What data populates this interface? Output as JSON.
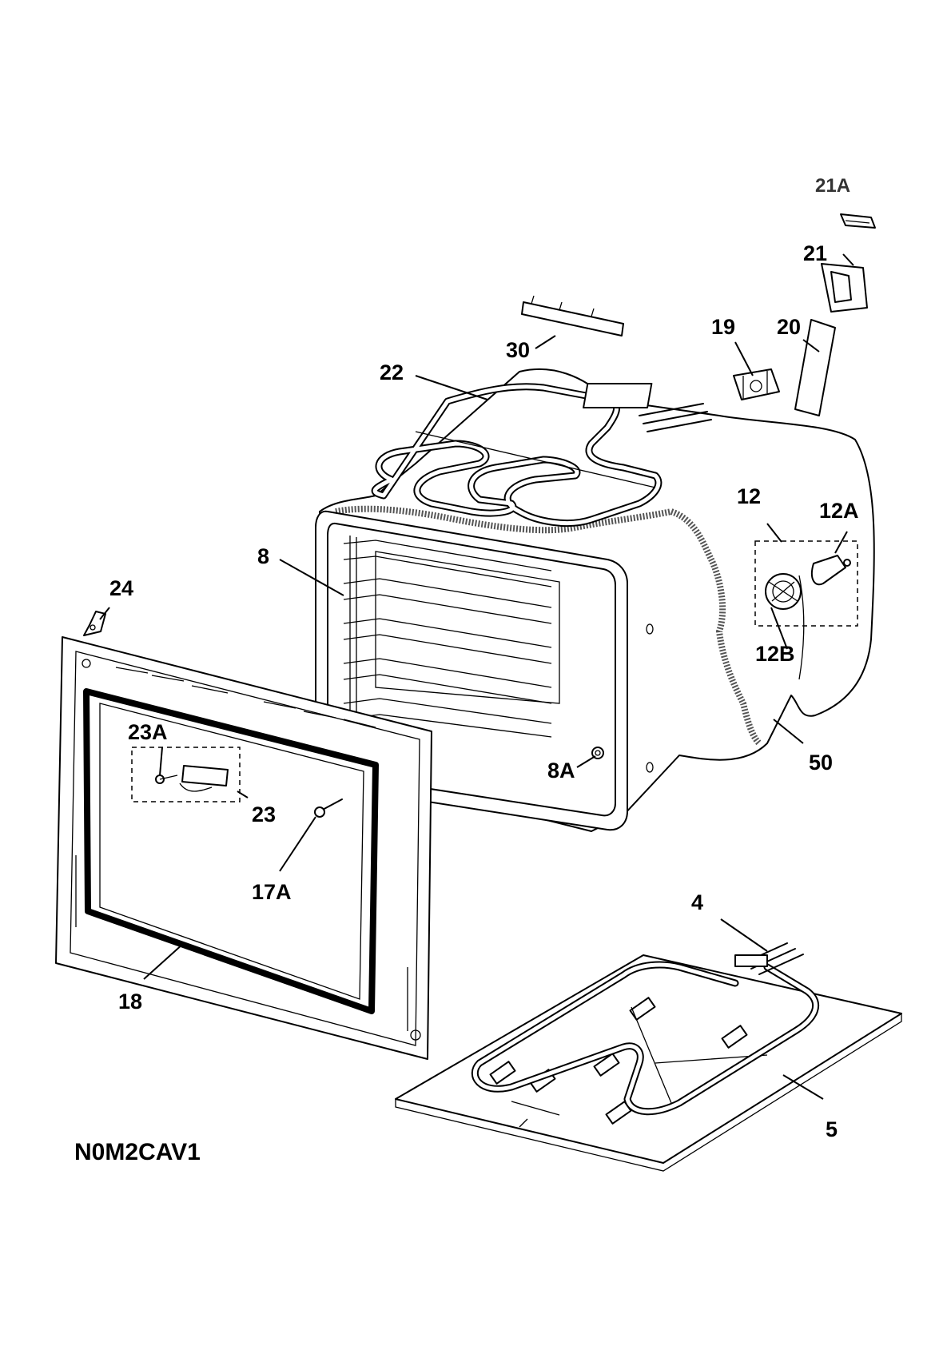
{
  "drawing_code": "N0M2CAV1",
  "part_labels": {
    "p21A": "21A",
    "p21": "21",
    "p19": "19",
    "p20": "20",
    "p30": "30",
    "p22": "22",
    "p12": "12",
    "p12A": "12A",
    "p8": "8",
    "p24": "24",
    "p12B": "12B",
    "p23A": "23A",
    "p50": "50",
    "p8A": "8A",
    "p23": "23",
    "p17A": "17A",
    "p4": "4",
    "p18": "18",
    "p5": "5"
  }
}
